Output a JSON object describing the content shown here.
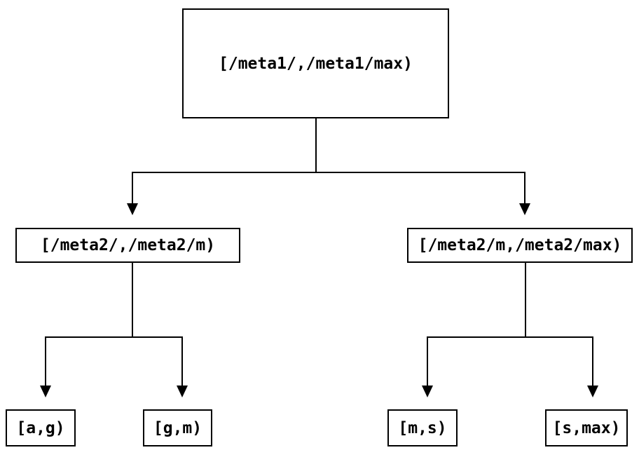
{
  "diagram": {
    "title": "interval-partition-tree",
    "colors": {
      "background": "#ffffff",
      "line": "#000000",
      "text": "#000000"
    },
    "root": {
      "label": "[/meta1/,/meta1/max)"
    },
    "level1": [
      {
        "label": "[/meta2/,/meta2/m)"
      },
      {
        "label": "[/meta2/m,/meta2/max)"
      }
    ],
    "leaves": [
      {
        "label": "[a,g)"
      },
      {
        "label": "[g,m)"
      },
      {
        "label": "[m,s)"
      },
      {
        "label": "[s,max)"
      }
    ]
  }
}
